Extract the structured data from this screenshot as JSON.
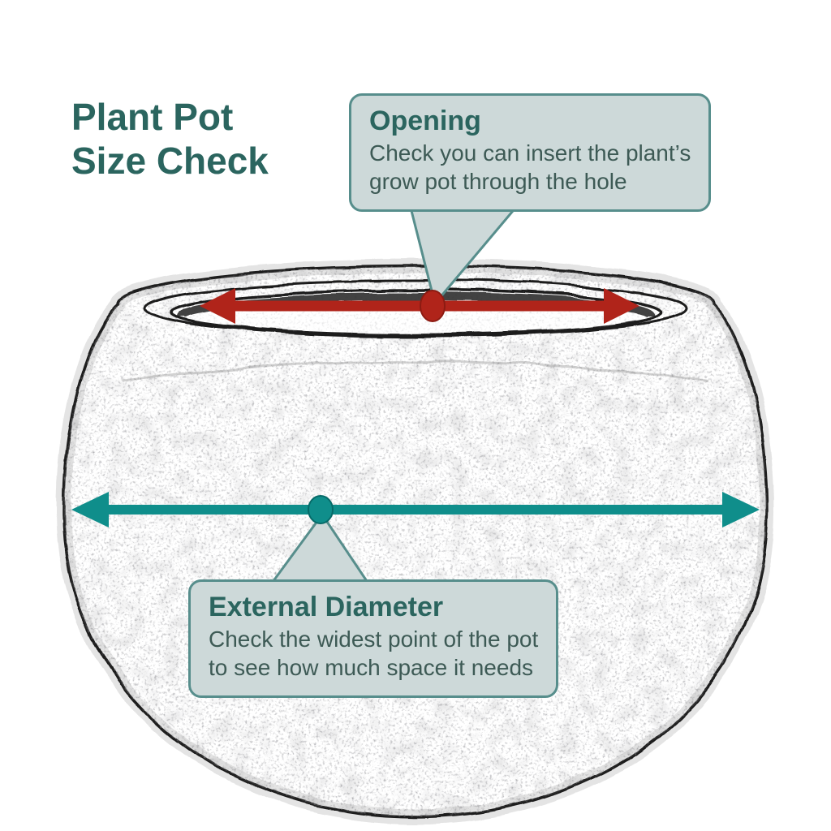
{
  "title": {
    "line1": "Plant Pot",
    "line2": "Size Check"
  },
  "callouts": {
    "opening": {
      "heading": "Opening",
      "body_line1": "Check you can insert the plant’s",
      "body_line2": "grow pot through the hole"
    },
    "external": {
      "heading": "External Diameter",
      "body_line1": "Check the widest point of the pot",
      "body_line2": "to see how much space it needs"
    }
  },
  "icons": {
    "opening_arrow": "double-headed-horizontal-arrow",
    "opening_dot": "ellipse-marker",
    "external_arrow": "double-headed-horizontal-arrow",
    "external_dot": "circle-marker",
    "pot": "sketched-round-plant-pot"
  },
  "colors": {
    "background": "#ffffff",
    "title_teal": "#2b655f",
    "callout_heading": "#2b655f",
    "callout_text": "#3d5a55",
    "callout_bg": "#cdd9d9",
    "callout_border": "#578e8c",
    "accent_red": "#b0241a",
    "accent_red_dark": "#8c1b12",
    "accent_teal": "#0f8e8b",
    "accent_teal_dark": "#066a68",
    "sketch_ink": "#1c1c1c"
  }
}
